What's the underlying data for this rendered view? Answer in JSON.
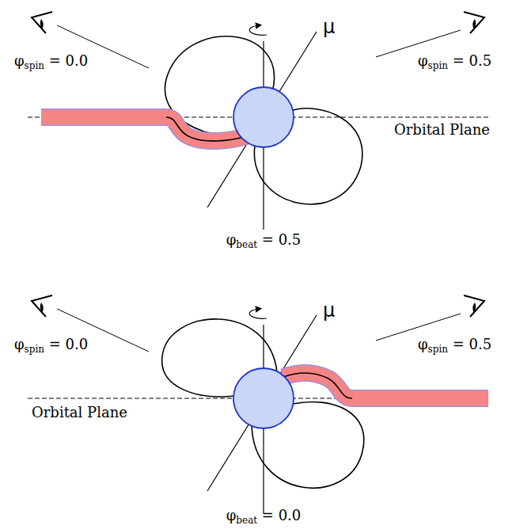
{
  "diagram": {
    "labels": [
      "φspin = 0.0",
      "φspin = 0.5",
      "μ",
      "Orbital Plane",
      "φbeat = 0.5",
      "φspin = 0.0",
      "φspin = 0.5",
      "μ",
      "Orbital Plane",
      "φbeat = 0.0"
    ]
  }
}
